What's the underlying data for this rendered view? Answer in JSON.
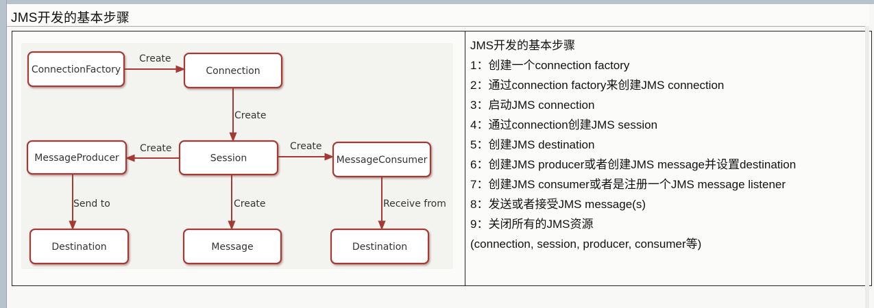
{
  "page": {
    "title": "JMS开发的基本步骤"
  },
  "diagram": {
    "colors": {
      "border": "#a33a34",
      "arrow": "#a33a34",
      "fill": "#ffffff",
      "text": "#333333"
    },
    "nodes": [
      {
        "id": "connection-factory",
        "label": "ConnectionFactory"
      },
      {
        "id": "connection",
        "label": "Connection"
      },
      {
        "id": "session",
        "label": "Session"
      },
      {
        "id": "message-producer",
        "label": "MessageProducer"
      },
      {
        "id": "message-consumer",
        "label": "MessageConsumer"
      },
      {
        "id": "destination-send",
        "label": "Destination"
      },
      {
        "id": "message",
        "label": "Message"
      },
      {
        "id": "destination-receive",
        "label": "Destination"
      }
    ],
    "edges": [
      {
        "from": "connection-factory",
        "to": "connection",
        "label": "Create"
      },
      {
        "from": "connection",
        "to": "session",
        "label": "Create"
      },
      {
        "from": "session",
        "to": "message-producer",
        "label": "Create"
      },
      {
        "from": "session",
        "to": "message-consumer",
        "label": "Create"
      },
      {
        "from": "session",
        "to": "message",
        "label": "Create"
      },
      {
        "from": "message-producer",
        "to": "destination-send",
        "label": "Send to"
      },
      {
        "from": "message-consumer",
        "to": "destination-receive",
        "label": "Receive from"
      }
    ]
  },
  "steps": {
    "heading": "JMS开发的基本步骤",
    "items": [
      "1：创建一个connection factory",
      "2：通过connection factory来创建JMS connection",
      "3：启动JMS connection",
      "4：通过connection创建JMS session",
      "5：创建JMS destination",
      "6：创建JMS producer或者创建JMS message并设置destination",
      "7：创建JMS consumer或者是注册一个JMS message listener",
      "8：发送或者接受JMS message(s)",
      "9：关闭所有的JMS资源"
    ],
    "footnote": "(connection, session, producer, consumer等)"
  }
}
